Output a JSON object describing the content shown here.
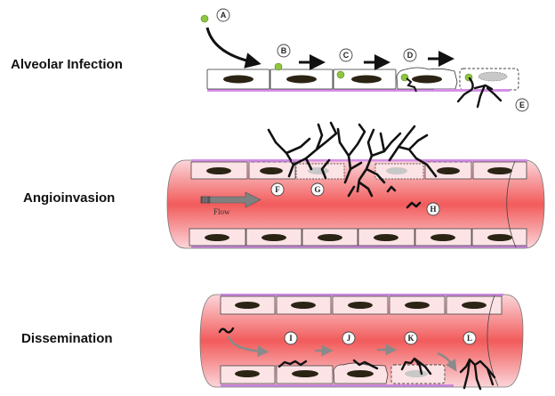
{
  "stages": [
    {
      "id": "alveolar",
      "label": "Alveolar Infection",
      "steps": [
        "A",
        "B",
        "C",
        "D",
        "E"
      ]
    },
    {
      "id": "angio",
      "label": "Angioinvasion",
      "steps": [
        "F",
        "G",
        "H"
      ],
      "flow_label": "Flow"
    },
    {
      "id": "dissem",
      "label": "Dissemination",
      "steps": [
        "I",
        "J",
        "K",
        "L"
      ]
    }
  ],
  "colors": {
    "spore": "#8dc63f",
    "nucleus": "#2b2414",
    "membrane": "#d58fe6",
    "vessel_center": "#f25b5b",
    "vessel_edge": "#fbd3d6",
    "cell_fill_vessel": "#fbe3e6",
    "hypha": "#111111",
    "arrow_gray": "#7d7d7d",
    "necrotic_nucleus": "#c8c8c8"
  }
}
